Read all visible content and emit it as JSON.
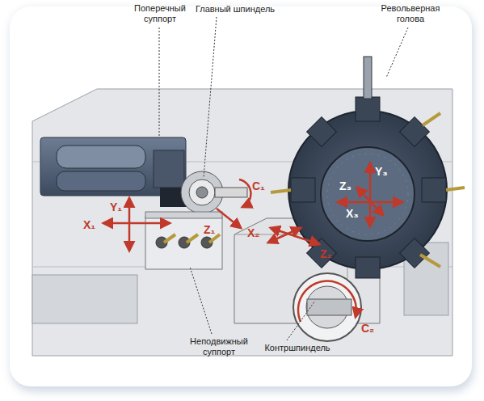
{
  "diagram": {
    "labels": [
      "Поперечный суппорт",
      "Главный шпиндель",
      "Револьверная голова",
      "Неподвижный суппорт",
      "Контршпиндель",
      "Y₁",
      "X₁",
      "Z₁",
      "C₁",
      "X₂",
      "Z₂",
      "C₂",
      "Z₃",
      "Y₃",
      "X₃"
    ]
  }
}
